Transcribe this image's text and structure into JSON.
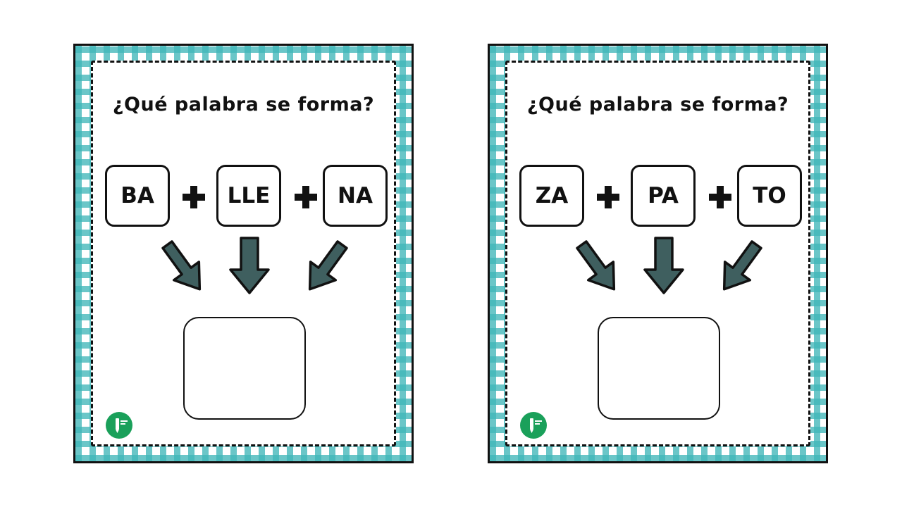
{
  "colors": {
    "gingham": "#40b6b8",
    "arrow_fill": "#3f5f5f",
    "outline": "#111111",
    "logo_green": "#1aa05a"
  },
  "cards": [
    {
      "title": "¿Qué palabra se forma?",
      "syllables": [
        "BA",
        "LLE",
        "NA"
      ],
      "answer": ""
    },
    {
      "title": "¿Qué palabra se forma?",
      "syllables": [
        "ZA",
        "PA",
        "TO"
      ],
      "answer": ""
    }
  ],
  "icons": {
    "plus": "plus-icon",
    "arrow": "arrow-icon",
    "logo": "pencil-logo-icon"
  }
}
